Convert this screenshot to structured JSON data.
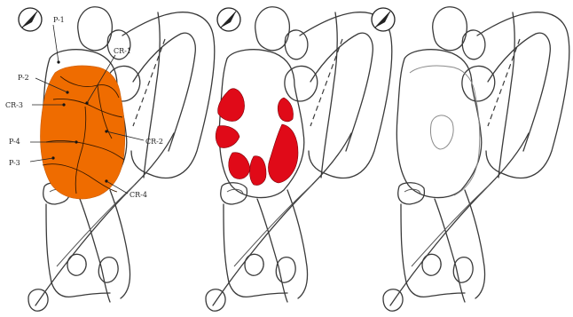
{
  "colors": {
    "overlay_orange": "#ef6c00",
    "overlay_red": "#e00a18",
    "line": "#3a3a3a"
  },
  "icons": {
    "compass": "north-arrow-compass-icon"
  },
  "panels": [
    {
      "overlay": "orange-region"
    },
    {
      "overlay": "red-patches"
    },
    {
      "overlay": "none"
    }
  ],
  "labels": {
    "p1": "P-1",
    "p2": "P-2",
    "cr3": "CR-3",
    "p4": "P-4",
    "p3": "P-3",
    "cr1": "CR-1",
    "cr2": "CR-2",
    "cr4": "CR-4"
  }
}
